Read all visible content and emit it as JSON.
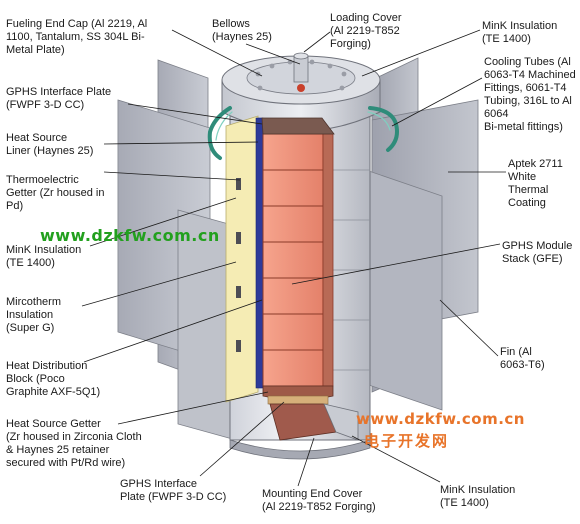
{
  "labels": {
    "fueling_end_cap": "Fueling End Cap (Al 2219, Al\n1100, Tantalum, SS 304L Bi-\nMetal Plate)",
    "bellows": "Bellows\n(Haynes 25)",
    "loading_cover": "Loading Cover\n(Al 2219-T852\nForging)",
    "mink_top_right": "MinK Insulation\n(TE 1400)",
    "cooling_tubes": "Cooling Tubes (Al\n6063-T4 Machined\nFittings, 6061-T4\nTubing, 316L to Al 6064\nBi-metal fittings)",
    "gphs_interface_top": "GPHS Interface Plate\n(FWPF 3-D CC)",
    "heat_source_liner": "Heat Source\nLiner (Haynes 25)",
    "thermoelectric_getter": "Thermoelectric\nGetter (Zr housed in\nPd)",
    "aptek_coating": "Aptek 2711\nWhite\nThermal\nCoating",
    "mink_left": "MinK Insulation\n(TE 1400)",
    "gphs_module_stack": "GPHS Module\nStack (GFE)",
    "microtherm": "Mircotherm\nInsulation\n(Super G)",
    "fin": "Fin (Al\n6063-T6)",
    "heat_distribution_block": "Heat Distribution\nBlock (Poco\nGraphite AXF-5Q1)",
    "heat_source_getter": "Heat Source Getter\n(Zr housed in Zirconia Cloth\n& Haynes 25 retainer\nsecured with Pt/Rd wire)",
    "gphs_interface_bottom": "GPHS Interface\nPlate (FWPF 3-D CC)",
    "mounting_end_cover": "Mounting End Cover\n(Al 2219-T852 Forging)",
    "mink_bottom_right": "MinK Insulation\n(TE 1400)"
  },
  "watermarks": {
    "left_url": "www.dzkfw.com.cn",
    "right_url": "www.dzkfw.com.cn",
    "right_cn": "电子开发网"
  },
  "colors": {
    "gphs_module": "#f0937a",
    "heat_source_liner": "#2c3a9a",
    "microtherm": "#f5ecb4",
    "fin": "#b9bcc6",
    "housing": "#e2e4ea",
    "watermark_green": "#22a01e",
    "watermark_orange": "#e8742a"
  }
}
